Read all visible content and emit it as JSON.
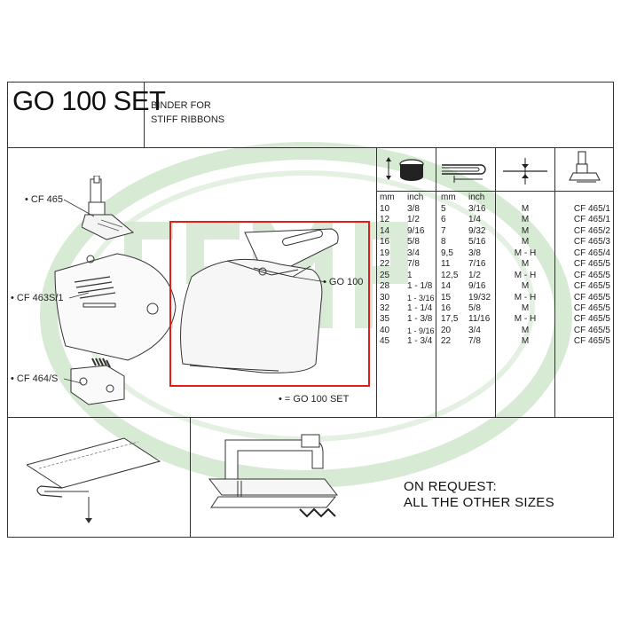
{
  "header": {
    "title": "GO 100 SET",
    "subtitle_line1": "BINDER FOR",
    "subtitle_line2": "STIFF RIBBONS"
  },
  "watermark": {
    "text": "CSMP",
    "color": "#2e9e3a"
  },
  "callouts": {
    "cf465": "• CF 465",
    "cf463s1": "• CF 463S/1",
    "cf464s": "• CF 464/S",
    "go100": "• GO 100",
    "legend": "• = GO 100 SET"
  },
  "table": {
    "headers": {
      "mm1": "mm",
      "inch1": "inch",
      "mm2": "mm",
      "inch2": "inch"
    },
    "mm1": [
      "10",
      "12",
      "14",
      "16",
      "19",
      "22",
      "25",
      "28",
      "30",
      "32",
      "35",
      "40",
      "45"
    ],
    "inch1": [
      "3/8",
      "1/2",
      "9/16",
      "5/8",
      "3/4",
      "7/8",
      "1",
      "1 - 1/8",
      "1 - 3/16",
      "1 - 1/4",
      "1 - 3/8",
      "1 - 9/16",
      "1 - 3/4"
    ],
    "mm2": [
      "5",
      "6",
      "7",
      "8",
      "9,5",
      "11",
      "12,5",
      "14",
      "15",
      "16",
      "17,5",
      "20",
      "22"
    ],
    "inch2": [
      "3/16",
      "1/4",
      "9/32",
      "5/16",
      "3/8",
      "7/16",
      "1/2",
      "9/16",
      "19/32",
      "5/8",
      "11/16",
      "3/4",
      "7/8"
    ],
    "thickness": [
      "M",
      "M",
      "M",
      "M",
      "M - H",
      "M",
      "M - H",
      "M",
      "M - H",
      "M",
      "M - H",
      "M",
      "M"
    ],
    "foot": [
      "CF 465/1",
      "CF 465/1",
      "CF 465/2",
      "CF 465/3",
      "CF 465/4",
      "CF 465/5",
      "CF 465/5",
      "CF 465/5",
      "CF 465/5",
      "CF 465/5",
      "CF 465/5",
      "CF 465/5",
      "CF 465/5"
    ]
  },
  "on_request": {
    "line1": "ON REQUEST:",
    "line2": "ALL THE OTHER SIZES"
  },
  "highlight_color": "#e31c1c"
}
